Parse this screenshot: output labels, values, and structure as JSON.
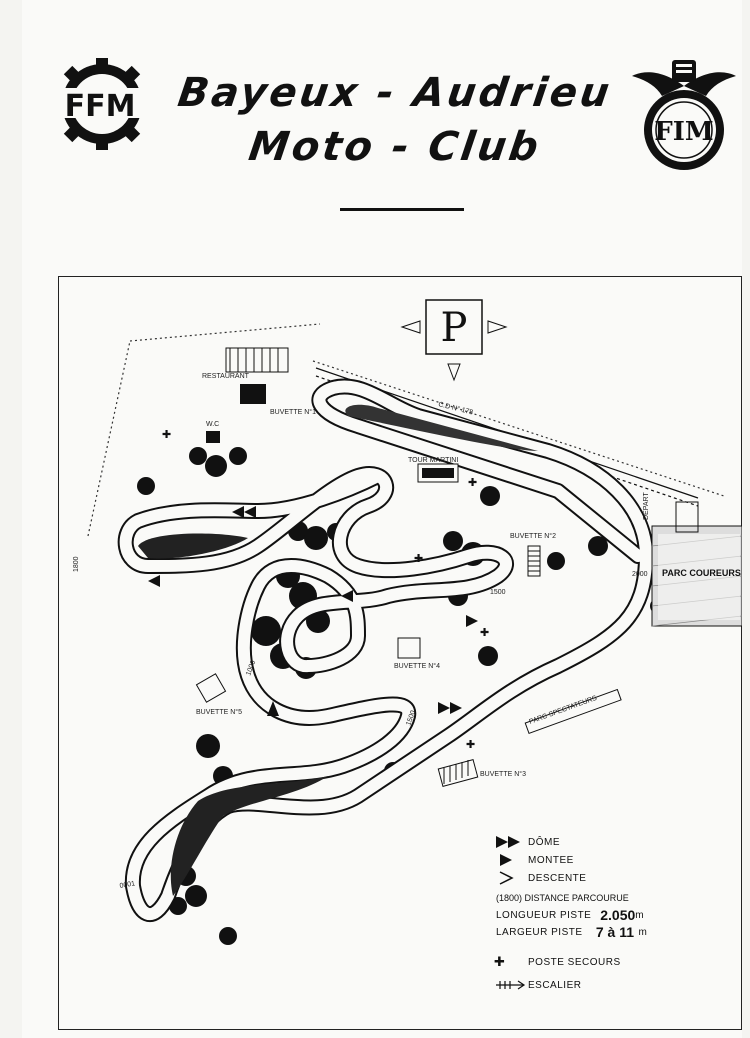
{
  "header": {
    "left_logo_text": "FFM",
    "right_logo_text": "FIM",
    "title_line1": "Bayeux - Audrieu",
    "title_line2": "Moto - Club"
  },
  "map": {
    "parking_letter": "P",
    "labels": {
      "restaurant": "RESTAURANT",
      "buvette1": "BUVETTE N°1",
      "wc": "W.C",
      "road": "C.D N° 178",
      "tour_martini": "TOUR MARTINI",
      "buvette2": "BUVETTE N°2",
      "depart": "DEPART",
      "parc_coureurs": "PARC COUREURS",
      "parc_spectateurs": "PARC SPECTATEURS",
      "buvette3": "BUVETTE N°3",
      "buvette4": "BUVETTE N°4",
      "buvette5": "BUVETTE N°5"
    },
    "distances": [
      "2000",
      "1800",
      "1500",
      "1000",
      "0001",
      "1500"
    ]
  },
  "legend": {
    "dome": "DÔME",
    "montee": "MONTEE",
    "descente": "DESCENTE",
    "distance_note": "(1800)  DISTANCE PARCOURUE",
    "longueur_label": "LONGUEUR PISTE",
    "longueur_value": "2.050",
    "longueur_unit": "m",
    "largeur_label": "LARGEUR PISTE",
    "largeur_value": "7 à 11",
    "largeur_unit": "m",
    "poste_secours": "POSTE SECOURS",
    "escalier": "ESCALIER"
  },
  "colors": {
    "ink": "#111111",
    "paper": "#fafaf8"
  }
}
